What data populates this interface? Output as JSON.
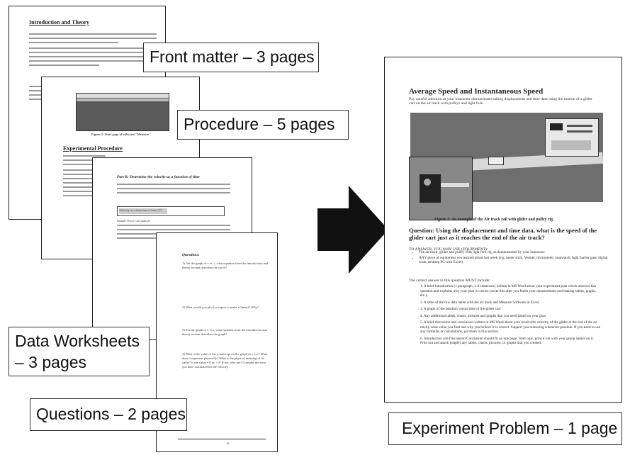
{
  "labels": {
    "front_matter": "Front matter – 3 pages",
    "procedure": "Procedure – 5 pages",
    "data_worksheets_line1": "Data Worksheets",
    "data_worksheets_line2": "– 3 pages",
    "questions": "Questions – 2 pages",
    "experiment_problem": "Experiment Problem – 1 page"
  },
  "front_page": {
    "heading": "Introduction and Theory"
  },
  "procedure_page": {
    "figure_caption": "Figure 2: Start page of software \"Measure\"",
    "heading": "Experimental Procedure"
  },
  "worksheet_page": {
    "heading": "Part B: Determine the velocity as a function of time",
    "table_header": "Velocity as a function of time (V)",
    "subheading": "Sample Error Calculation:"
  },
  "questions_page": {
    "heading": "Questions:",
    "items": [
      "1) Get the graph of v vs. t, what equation from the introduction and theory section describes the curve?",
      "2) What would you plot (or expect to make it linear)? Why?",
      "3) For the graph of v vs t, what equation from the introduction and theory section describes the graph?",
      "4) What is the value of the y-intercept on the graph of v vs t? What does it represent physically? What is the physical meaning of its value? Is the value = 0 or > 0? If not, why not? Consider the error you have calculated for the velocity."
    ],
    "page_number": "12"
  },
  "experiment_page": {
    "title": "Average Speed and Instantaneous Speed",
    "intro": "Pay careful attention as your instructor demonstrates taking displacement and time data using the motion of a glider cart on the air track with pulleys and light fork.",
    "figure_caption": "Figure 1: An example of the Air track rail with glider and pulley rig.",
    "question": "Question: Using the displacement and time data, what is the speed of the glider cart just as it reaches the end of the air track?",
    "to_answer": "TO ANSWER, YOU MAY USE (EQUIPMENT):",
    "bullets": [
      "The air track, glider and pulley with light fork rig, as demonstrated by your instructor.",
      "ANY piece of equipment you learned about last week (e.g. meter stick, Vernier, micrometer, stopwatch, light barrier gate, digital scale, desktop PC with Excel)"
    ],
    "must_include": "The correct answer to this question MUST include:",
    "items": [
      "1. A brief introduction (1 paragraph, 2-4 sentences) written in MS Word about your experiment plan which answers this question and explains why your plan is correct (write this after you finish your measurement and making tables, graphs, etc.).",
      "2. A table of the raw data taken with the air track and Measure Software in Excel",
      "3. A graph of the position versus time of the glider cart",
      "4. Any additional tables, charts, pictures and graphs that you need based on your plan",
      "5. A brief discussion and conclusion written in MS Word about your result (the velocity of the glider at the end of the air track), what value you find and why you believe it is correct. Support you reasoning whenever possible. If you need to use any formulas or calculations, put them in this section.",
      "6. Introduction and Discussion/Conclusion should fit on one page, front only, print it out with your group names on it. Print out and attach (staple) any tables, charts, pictures, or graphs that you created."
    ]
  },
  "colors": {
    "arrow": "#111111",
    "photo_background": "#6e6e6e",
    "page_border": "#222222"
  }
}
